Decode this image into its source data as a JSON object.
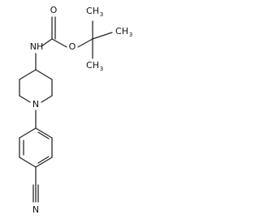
{
  "molecule": {
    "labels": {
      "nh": "NH",
      "o_ester": "O",
      "o_carbonyl": "O",
      "n_ring": "N",
      "n_nitrile": "N",
      "ch3": "CH",
      "sub3": "3"
    }
  }
}
